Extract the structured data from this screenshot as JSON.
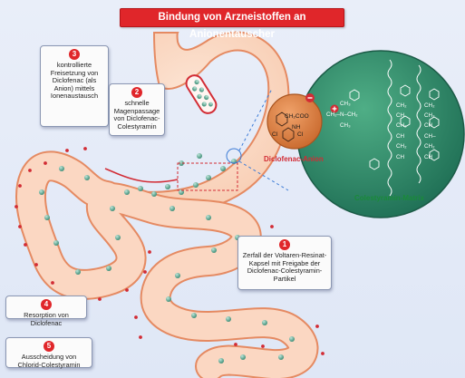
{
  "title": "Bindung von Arzneistoffen an Anionentauscher",
  "labels": {
    "anion": "Diclofenac-Anion",
    "matrix": "Colestyramin-Matrix"
  },
  "steps": {
    "1": {
      "num": "1",
      "text": "Zerfall der Voltaren-Resinat-Kapsel mit Freigabe der Diclofenac-Colestyramin-Partikel"
    },
    "2": {
      "num": "2",
      "text": "schnelle Magenpassage von Diclofenac-Colestyramin"
    },
    "3": {
      "num": "3",
      "text": "kontrollierte Freisetzung von Diclofenac (als Anion) mittels Ionenaustausch"
    },
    "4": {
      "num": "4",
      "text": "Resorption von Diclofenac"
    },
    "5": {
      "num": "5",
      "text": "Ausscheidung von Chlorid-Colestyramin"
    }
  },
  "colors": {
    "title_bg": "#e0262a",
    "matrix": "#2f8b6a",
    "anion": "#e08a4a",
    "gut": "#fbd7c2"
  }
}
